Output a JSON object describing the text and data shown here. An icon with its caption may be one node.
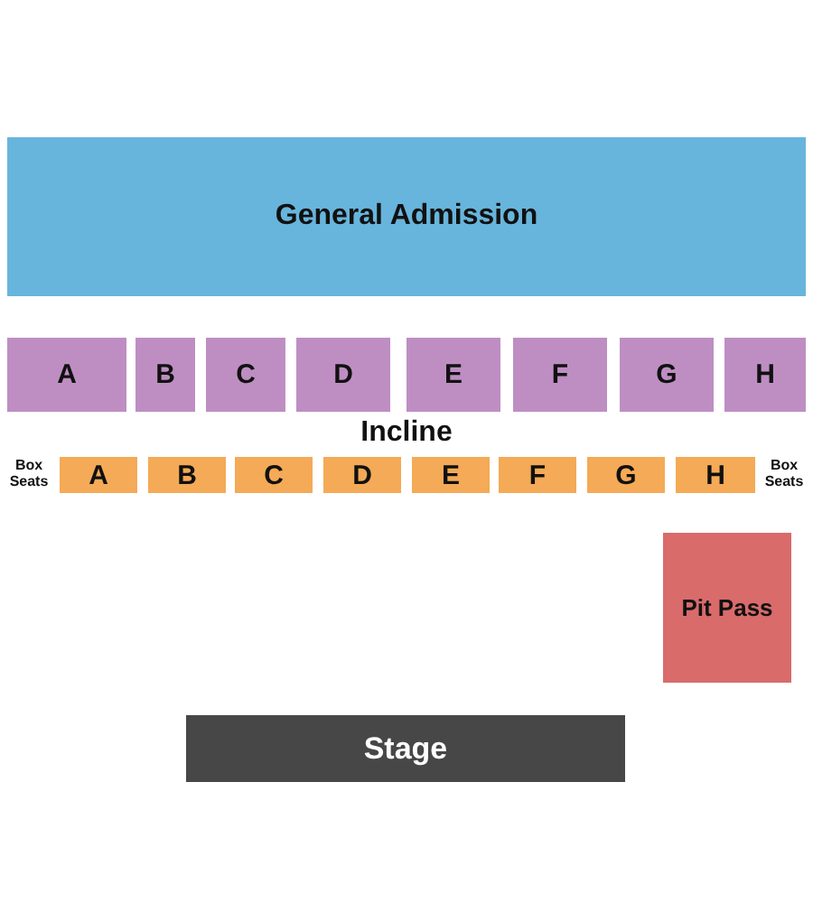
{
  "diagram": {
    "nodes": [
      {
        "text": [
          "General Admission"
        ]
      },
      {
        "text": [
          "A"
        ]
      },
      {
        "text": [
          "B"
        ]
      },
      {
        "text": [
          "C"
        ]
      },
      {
        "text": [
          "D"
        ]
      },
      {
        "text": [
          "E"
        ]
      },
      {
        "text": [
          "F"
        ]
      },
      {
        "text": [
          "G"
        ]
      },
      {
        "text": [
          "H"
        ]
      },
      {
        "text": [
          "A"
        ]
      },
      {
        "text": [
          "B"
        ]
      },
      {
        "text": [
          "C"
        ]
      },
      {
        "text": [
          "D"
        ]
      },
      {
        "text": [
          "E"
        ]
      },
      {
        "text": [
          "F"
        ]
      },
      {
        "text": [
          "G"
        ]
      },
      {
        "text": [
          "H"
        ]
      },
      {
        "text": [
          "Pit Pass"
        ]
      },
      {
        "text": [
          "Stage"
        ]
      }
    ],
    "edges": [],
    "labels": [
      "Incline",
      "Box Seats",
      "Box Seats"
    ]
  }
}
